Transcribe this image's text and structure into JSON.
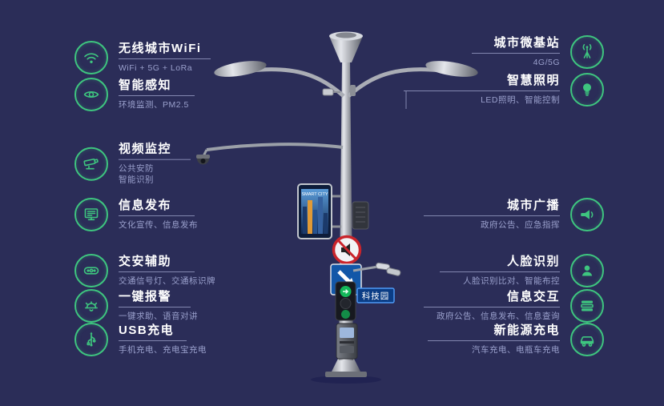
{
  "colors": {
    "background": "#2b2d58",
    "accent": "#3ec57f"
  },
  "pole": {
    "screen_title": "SMART CITY",
    "sign_label": "科技园"
  },
  "left_features": [
    {
      "title": "无线城市WiFi",
      "subtitle": "WiFi + 5G + LoRa",
      "icon": "wifi-icon"
    },
    {
      "title": "智能感知",
      "subtitle": "环境监测、PM2.5",
      "icon": "sensor-eye-icon"
    },
    {
      "title": "视频监控",
      "subtitle": "公共安防",
      "subtitle2": "智能识别",
      "icon": "cctv-camera-icon"
    },
    {
      "title": "信息发布",
      "subtitle": "文化宣传、信息发布",
      "icon": "display-screen-icon"
    },
    {
      "title": "交安辅助",
      "subtitle": "交通信号灯、交通标识牌",
      "icon": "traffic-signal-icon"
    },
    {
      "title": "一键报警",
      "subtitle": "一键求助、语音对讲",
      "icon": "alarm-bell-icon"
    },
    {
      "title": "USB充电",
      "subtitle": "手机充电、充电宝充电",
      "icon": "usb-icon"
    }
  ],
  "right_features": [
    {
      "title": "城市微基站",
      "subtitle": "4G/5G",
      "icon": "antenna-icon"
    },
    {
      "title": "智慧照明",
      "subtitle": "LED照明、智能控制",
      "icon": "light-bulb-icon"
    },
    {
      "title": "城市广播",
      "subtitle": "政府公告、应急指挥",
      "icon": "loudspeaker-icon"
    },
    {
      "title": "人脸识别",
      "subtitle": "人脸识别比对、智能布控",
      "icon": "person-face-icon"
    },
    {
      "title": "信息交互",
      "subtitle": "政府公告、信息发布、信息查询",
      "icon": "info-list-icon"
    },
    {
      "title": "新能源充电",
      "subtitle": "汽车充电、电瓶车充电",
      "icon": "ev-car-icon"
    }
  ]
}
